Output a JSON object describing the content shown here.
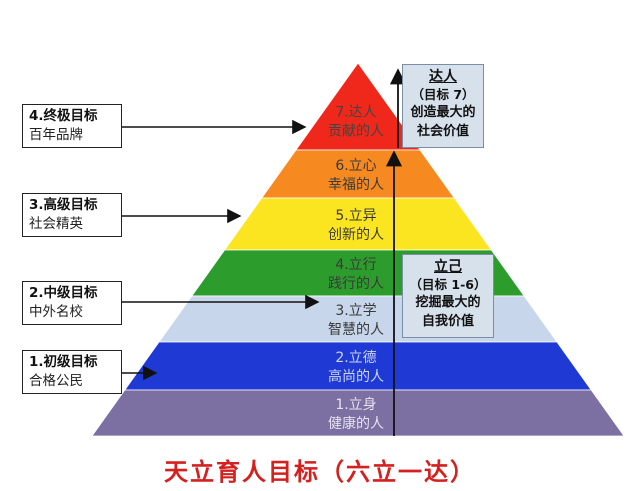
{
  "pyramid": {
    "levels": [
      {
        "line1": "7.达人",
        "line2": "贡献的人",
        "color": "#f0281c",
        "text_color": "#444444"
      },
      {
        "line1": "6.立心",
        "line2": "幸福的人",
        "color": "#f6891f",
        "text_color": "#3a3a3a"
      },
      {
        "line1": "5.立异",
        "line2": "创新的人",
        "color": "#fbe520",
        "text_color": "#3a3a3a"
      },
      {
        "line1": "4.立行",
        "line2": "践行的人",
        "color": "#2c9c2c",
        "text_color": "#3a3a3a"
      },
      {
        "line1": "3.立学",
        "line2": "智慧的人",
        "color": "#c7d6ea",
        "text_color": "#3a3a3a"
      },
      {
        "line1": "2.立德",
        "line2": "高尚的人",
        "color": "#1f3ad4",
        "text_color": "#cfd6ee"
      },
      {
        "line1": "1.立身",
        "line2": "健康的人",
        "color": "#7c6fa2",
        "text_color": "#e6e2f0"
      }
    ]
  },
  "goals": [
    {
      "title": "4.终极目标",
      "subtitle": "百年品牌"
    },
    {
      "title": "3.高级目标",
      "subtitle": "社会精英"
    },
    {
      "title": "2.中级目标",
      "subtitle": "中外名校"
    },
    {
      "title": "1.初级目标",
      "subtitle": "合格公民"
    }
  ],
  "callouts": {
    "top": {
      "heading": "达人",
      "sub": "（目标 7）",
      "line1": "创造最大的",
      "line2": "社会价值"
    },
    "middle": {
      "heading": "立己",
      "sub": "（目标 1-6）",
      "line1": "挖掘最大的",
      "line2": "自我价值"
    }
  },
  "caption": "天立育人目标（六立一达）"
}
